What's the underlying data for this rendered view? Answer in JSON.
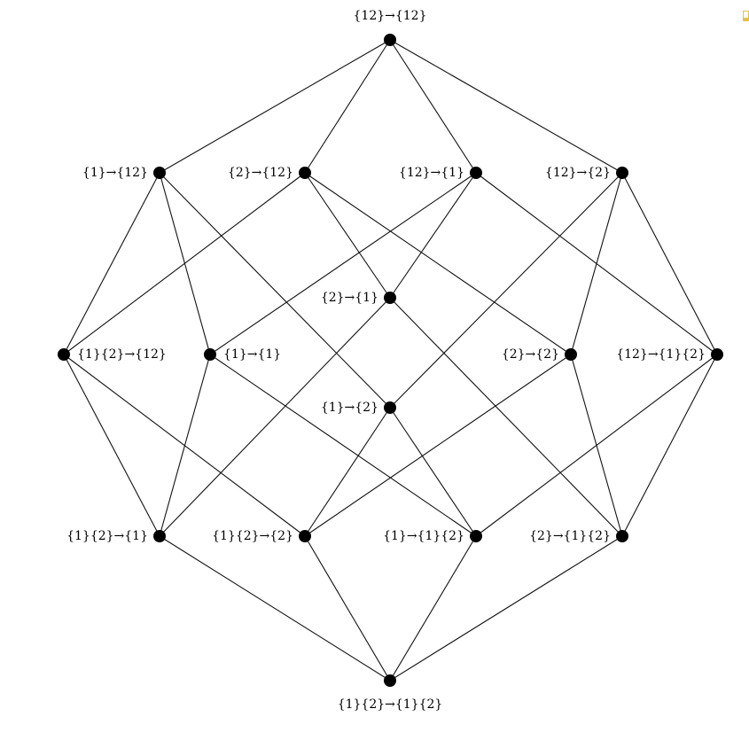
{
  "colors": {
    "edge": "#111111",
    "node": "#000000",
    "corner_icon": "#e8c23a"
  },
  "corner_icon": "partial-yellow-icon",
  "nodes": [
    {
      "id": "n12_12",
      "label": "{12}→{12}"
    },
    {
      "id": "n1_12",
      "label": "{1}→{12}"
    },
    {
      "id": "n2_12",
      "label": "{2}→{12}"
    },
    {
      "id": "n12_1",
      "label": "{12}→{1}"
    },
    {
      "id": "n12_2",
      "label": "{12}→{2}"
    },
    {
      "id": "n2_1",
      "label": "{2}→{1}"
    },
    {
      "id": "n1_2_12",
      "label": "{1}{2}→{12}"
    },
    {
      "id": "n1_1",
      "label": "{1}→{1}"
    },
    {
      "id": "n2_2",
      "label": "{2}→{2}"
    },
    {
      "id": "n12_1_2",
      "label": "{12}→{1}{2}"
    },
    {
      "id": "n1_2",
      "label": "{1}→{2}"
    },
    {
      "id": "n1_2_1",
      "label": "{1}{2}→{1}"
    },
    {
      "id": "n1_2_2",
      "label": "{1}{2}→{2}"
    },
    {
      "id": "n1_1_2",
      "label": "{1}→{1}{2}"
    },
    {
      "id": "n2_1_2",
      "label": "{2}→{1}{2}"
    },
    {
      "id": "n1_2_1_2",
      "label": "{1}{2}→{1}{2}"
    }
  ],
  "edges": [
    [
      "n12_12",
      "n1_12"
    ],
    [
      "n12_12",
      "n2_12"
    ],
    [
      "n12_12",
      "n12_1"
    ],
    [
      "n12_12",
      "n12_2"
    ],
    [
      "n1_12",
      "n1_2_12"
    ],
    [
      "n1_12",
      "n1_1"
    ],
    [
      "n1_12",
      "n1_2"
    ],
    [
      "n2_12",
      "n1_2_12"
    ],
    [
      "n2_12",
      "n2_1"
    ],
    [
      "n2_12",
      "n2_2"
    ],
    [
      "n12_1",
      "n1_1"
    ],
    [
      "n12_1",
      "n2_1"
    ],
    [
      "n12_1",
      "n12_1_2"
    ],
    [
      "n12_2",
      "n1_2"
    ],
    [
      "n12_2",
      "n2_2"
    ],
    [
      "n12_2",
      "n12_1_2"
    ],
    [
      "n1_2_12",
      "n1_2_1"
    ],
    [
      "n1_2_12",
      "n1_2_2"
    ],
    [
      "n1_1",
      "n1_2_1"
    ],
    [
      "n1_1",
      "n1_1_2"
    ],
    [
      "n2_1",
      "n1_2_1"
    ],
    [
      "n2_1",
      "n2_1_2"
    ],
    [
      "n1_2",
      "n1_2_2"
    ],
    [
      "n1_2",
      "n1_1_2"
    ],
    [
      "n2_2",
      "n1_2_2"
    ],
    [
      "n2_2",
      "n2_1_2"
    ],
    [
      "n12_1_2",
      "n1_1_2"
    ],
    [
      "n12_1_2",
      "n2_1_2"
    ],
    [
      "n1_2_1",
      "n1_2_1_2"
    ],
    [
      "n1_2_2",
      "n1_2_1_2"
    ],
    [
      "n1_1_2",
      "n1_2_1_2"
    ],
    [
      "n2_1_2",
      "n1_2_1_2"
    ]
  ]
}
